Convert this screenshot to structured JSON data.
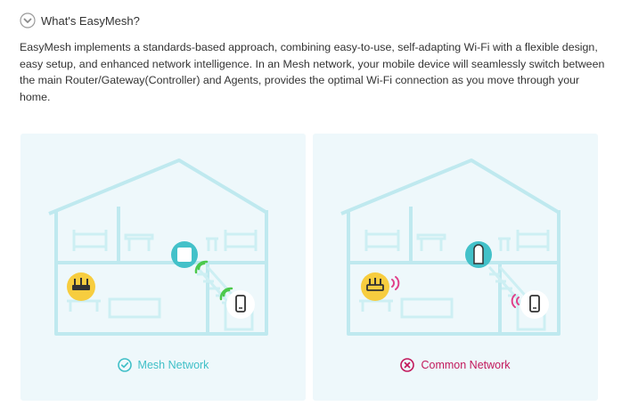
{
  "faq": {
    "title": "What's EasyMesh?",
    "toggle_icon": "chevron-down-circle-icon"
  },
  "description": "EasyMesh implements a standards-based approach, combining easy-to-use, self-adapting Wi-Fi with a flexible design, easy setup, and enhanced network intelligence. In an Mesh network, your mobile device will seamlessly switch between the main Router/Gateway(Controller) and Agents, provides the optimal Wi-Fi connection as you move through your home.",
  "panels": {
    "mesh": {
      "label": "Mesh Network",
      "status_icon": "check-circle-icon",
      "color": "#3fbfc7"
    },
    "common": {
      "label": "Common Network",
      "status_icon": "x-circle-icon",
      "color": "#c2185b"
    }
  },
  "colors": {
    "house_stroke": "#bfe9ef",
    "house_fill": "#f3fbfd",
    "panel_bg": "#eef8fb",
    "router_bg": "#f7cd3f",
    "agent_bg": "#43c1c9",
    "mesh_signal": "#4cc94c",
    "weak_signal": "#e0408a"
  }
}
